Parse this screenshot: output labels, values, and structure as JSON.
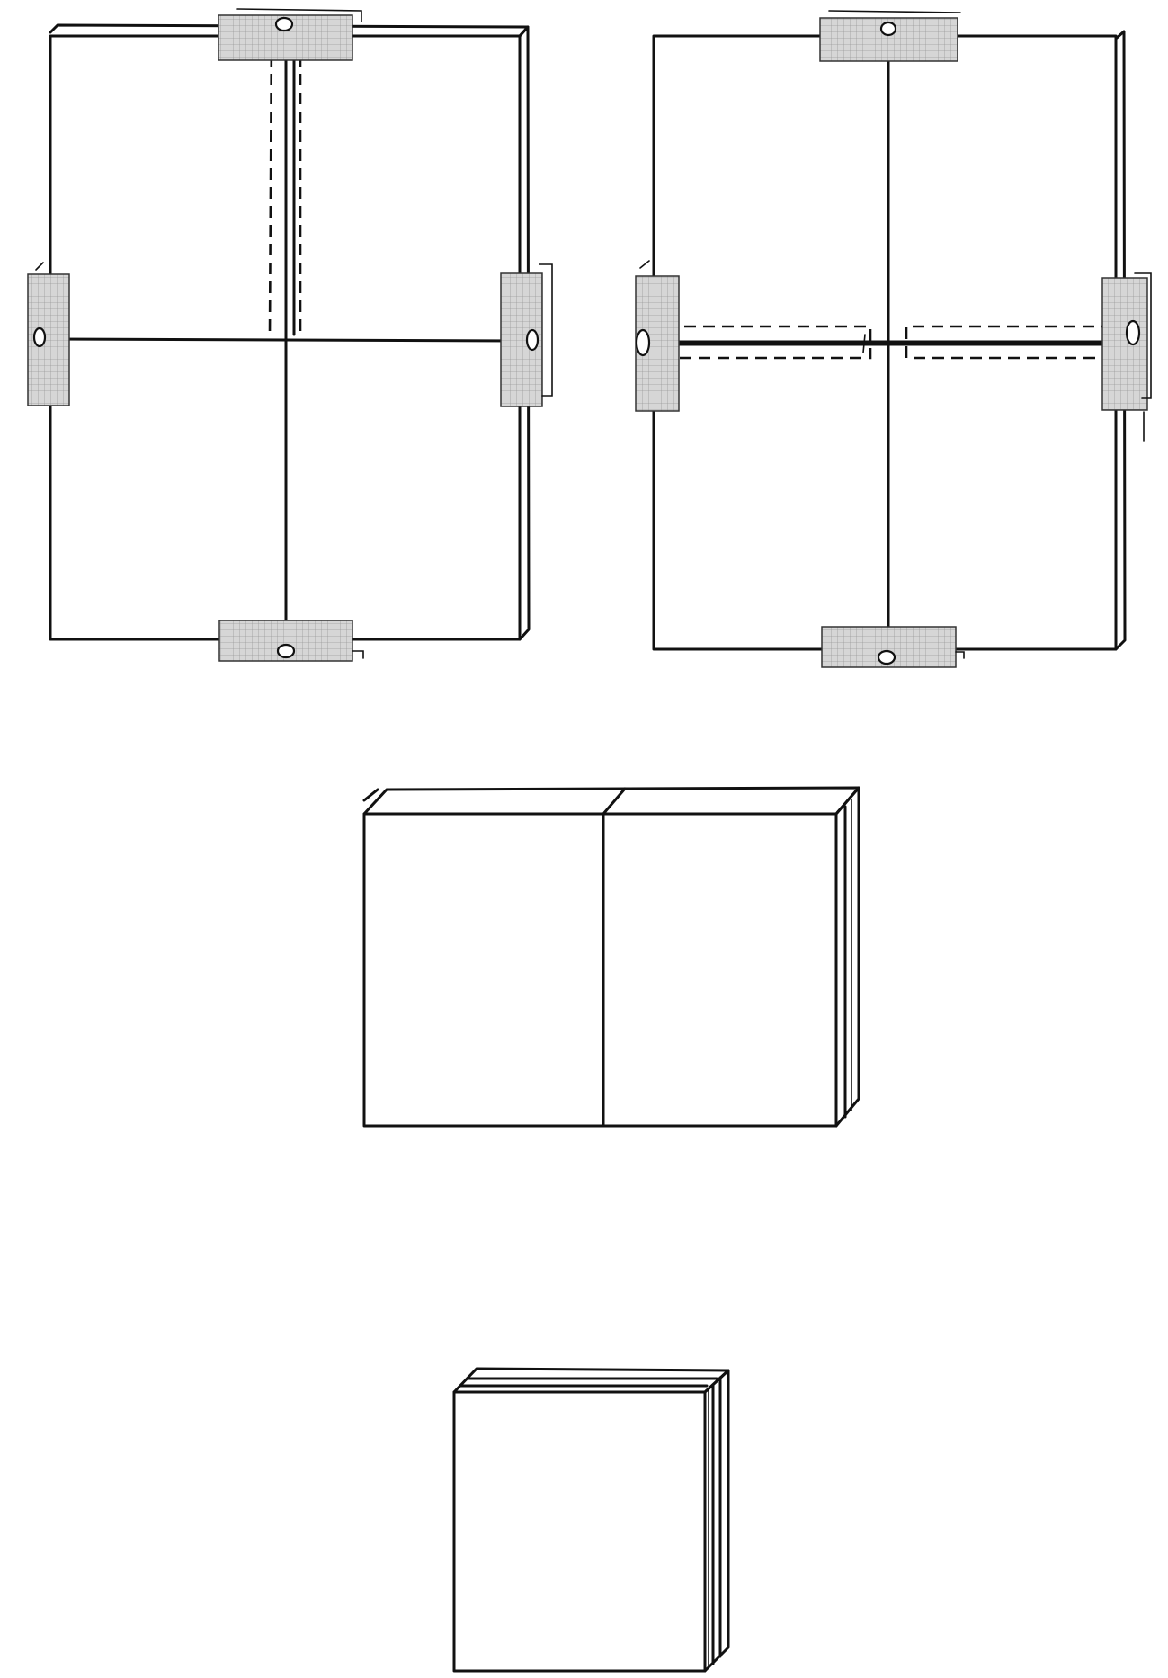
{
  "figure": {
    "kind": "hand-drawn folding illustration",
    "ink_color": "#111111",
    "paper_color": "#ffffff",
    "tape_fill": "#d6d6d6",
    "tape_grid": "#9a9a9a"
  },
  "steps": [
    {
      "id": "step-1",
      "description_icon": "sheet-with-four-taped-tabs-vertical-fold-icon"
    },
    {
      "id": "step-2",
      "description_icon": "sheet-with-four-taped-tabs-horizontal-fold-icon"
    },
    {
      "id": "step-3",
      "description_icon": "folded-block-wide-icon"
    },
    {
      "id": "step-4",
      "description_icon": "folded-block-stack-icon"
    }
  ]
}
